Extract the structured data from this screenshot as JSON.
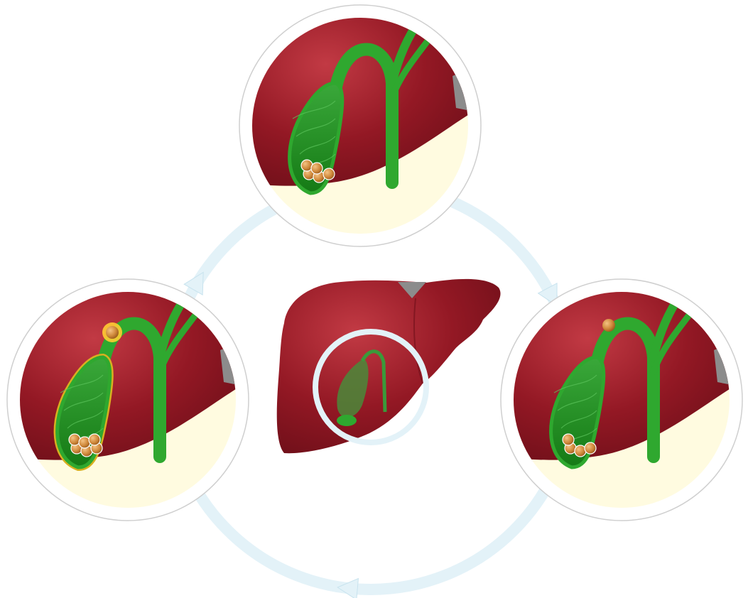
{
  "diagram": {
    "panels": [
      {
        "id": "top",
        "stones_in_gallbladder": 5,
        "stone_in_duct": false,
        "inflamed_wall": false
      },
      {
        "id": "right",
        "stones_in_gallbladder": 4,
        "stone_in_duct": true,
        "inflamed_wall": false
      },
      {
        "id": "left",
        "stones_in_gallbladder": 6,
        "stone_in_duct": true,
        "inflamed_wall": true
      }
    ],
    "cycle_arrows": [
      "top-to-right",
      "right-to-left",
      "left-to-top"
    ],
    "icons": [
      "liver-icon",
      "gallbladder-icon",
      "bile-duct-icon",
      "gallstone-icon",
      "cycle-arrow-icon"
    ]
  },
  "colors": {
    "liver": "#8e1522",
    "liver_highlight": "#b02a36",
    "gallbladder": "#1f8a1f",
    "bile_duct": "#2fa82f",
    "gallstone": "#c98a3a",
    "inflammation": "#f2c21a",
    "cycle_ring": "#e3f2f8",
    "panel_border": "#cfcfcf",
    "background_cream": "#fffbe0",
    "ligament": "#8c8c8c"
  }
}
